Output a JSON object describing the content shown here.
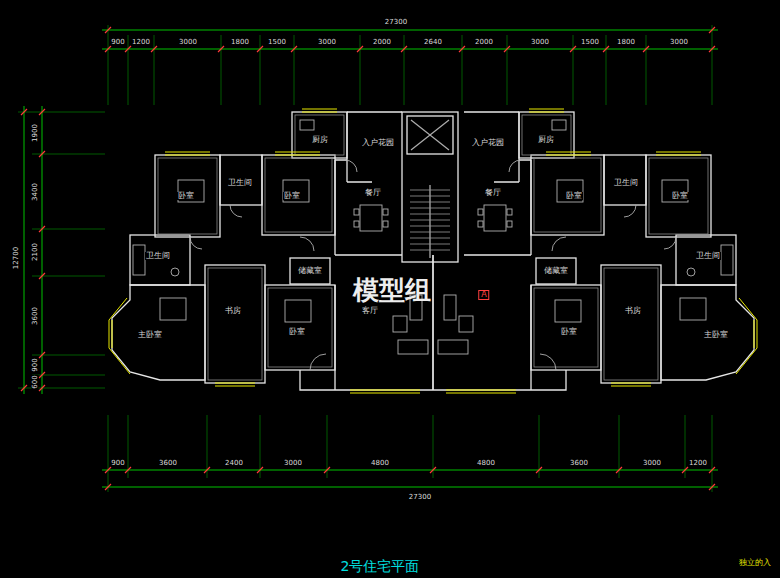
{
  "diagram": {
    "title": "2号住宅平面",
    "labels": [
      "27300",
      "900",
      "1200",
      "3000",
      "1800",
      "1500",
      "3000",
      "2000",
      "2640",
      "2000",
      "3000",
      "1500",
      "1800",
      "3000",
      "1900",
      "3400",
      "2100",
      "3600",
      "900",
      "600",
      "12700",
      "厨房",
      "入户花园",
      "入户花园",
      "厨房",
      "卫生间",
      "卧室",
      "卧室",
      "餐厅",
      "卧室",
      "卫生间",
      "卧室",
      "餐厅",
      "卫生间",
      "储藏室",
      "模型组",
      "A",
      "储藏室",
      "卫生间",
      "书房",
      "卧室",
      "客厅",
      "书房",
      "卧室",
      "主卧室",
      "主卧室",
      "900",
      "3600",
      "2400",
      "3000",
      "4800",
      "4800",
      "3600",
      "3000",
      "1200",
      "27300",
      "独立的入"
    ]
  }
}
